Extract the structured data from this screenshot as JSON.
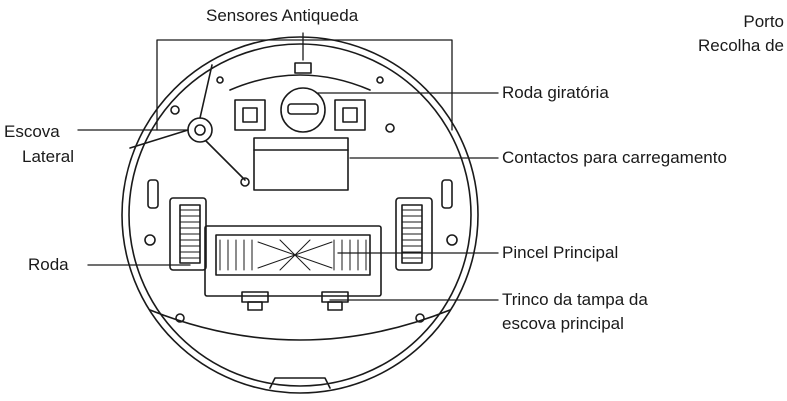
{
  "labels": {
    "cliff_sensors": "Sensores Antiqueda",
    "port_line1": "Porto",
    "port_line2": "Recolha de",
    "side_brush_line1": "Escova",
    "side_brush_line2": "Lateral",
    "swivel_wheel": "Roda giratória",
    "charging_contacts": "Contactos para carregamento",
    "wheel": "Roda",
    "main_brush": "Pincel Principal",
    "latch_line1": "Trinco da tampa da",
    "latch_line2": "escova principal"
  },
  "colors": {
    "ink": "#1a1a1a",
    "background": "#ffffff"
  }
}
